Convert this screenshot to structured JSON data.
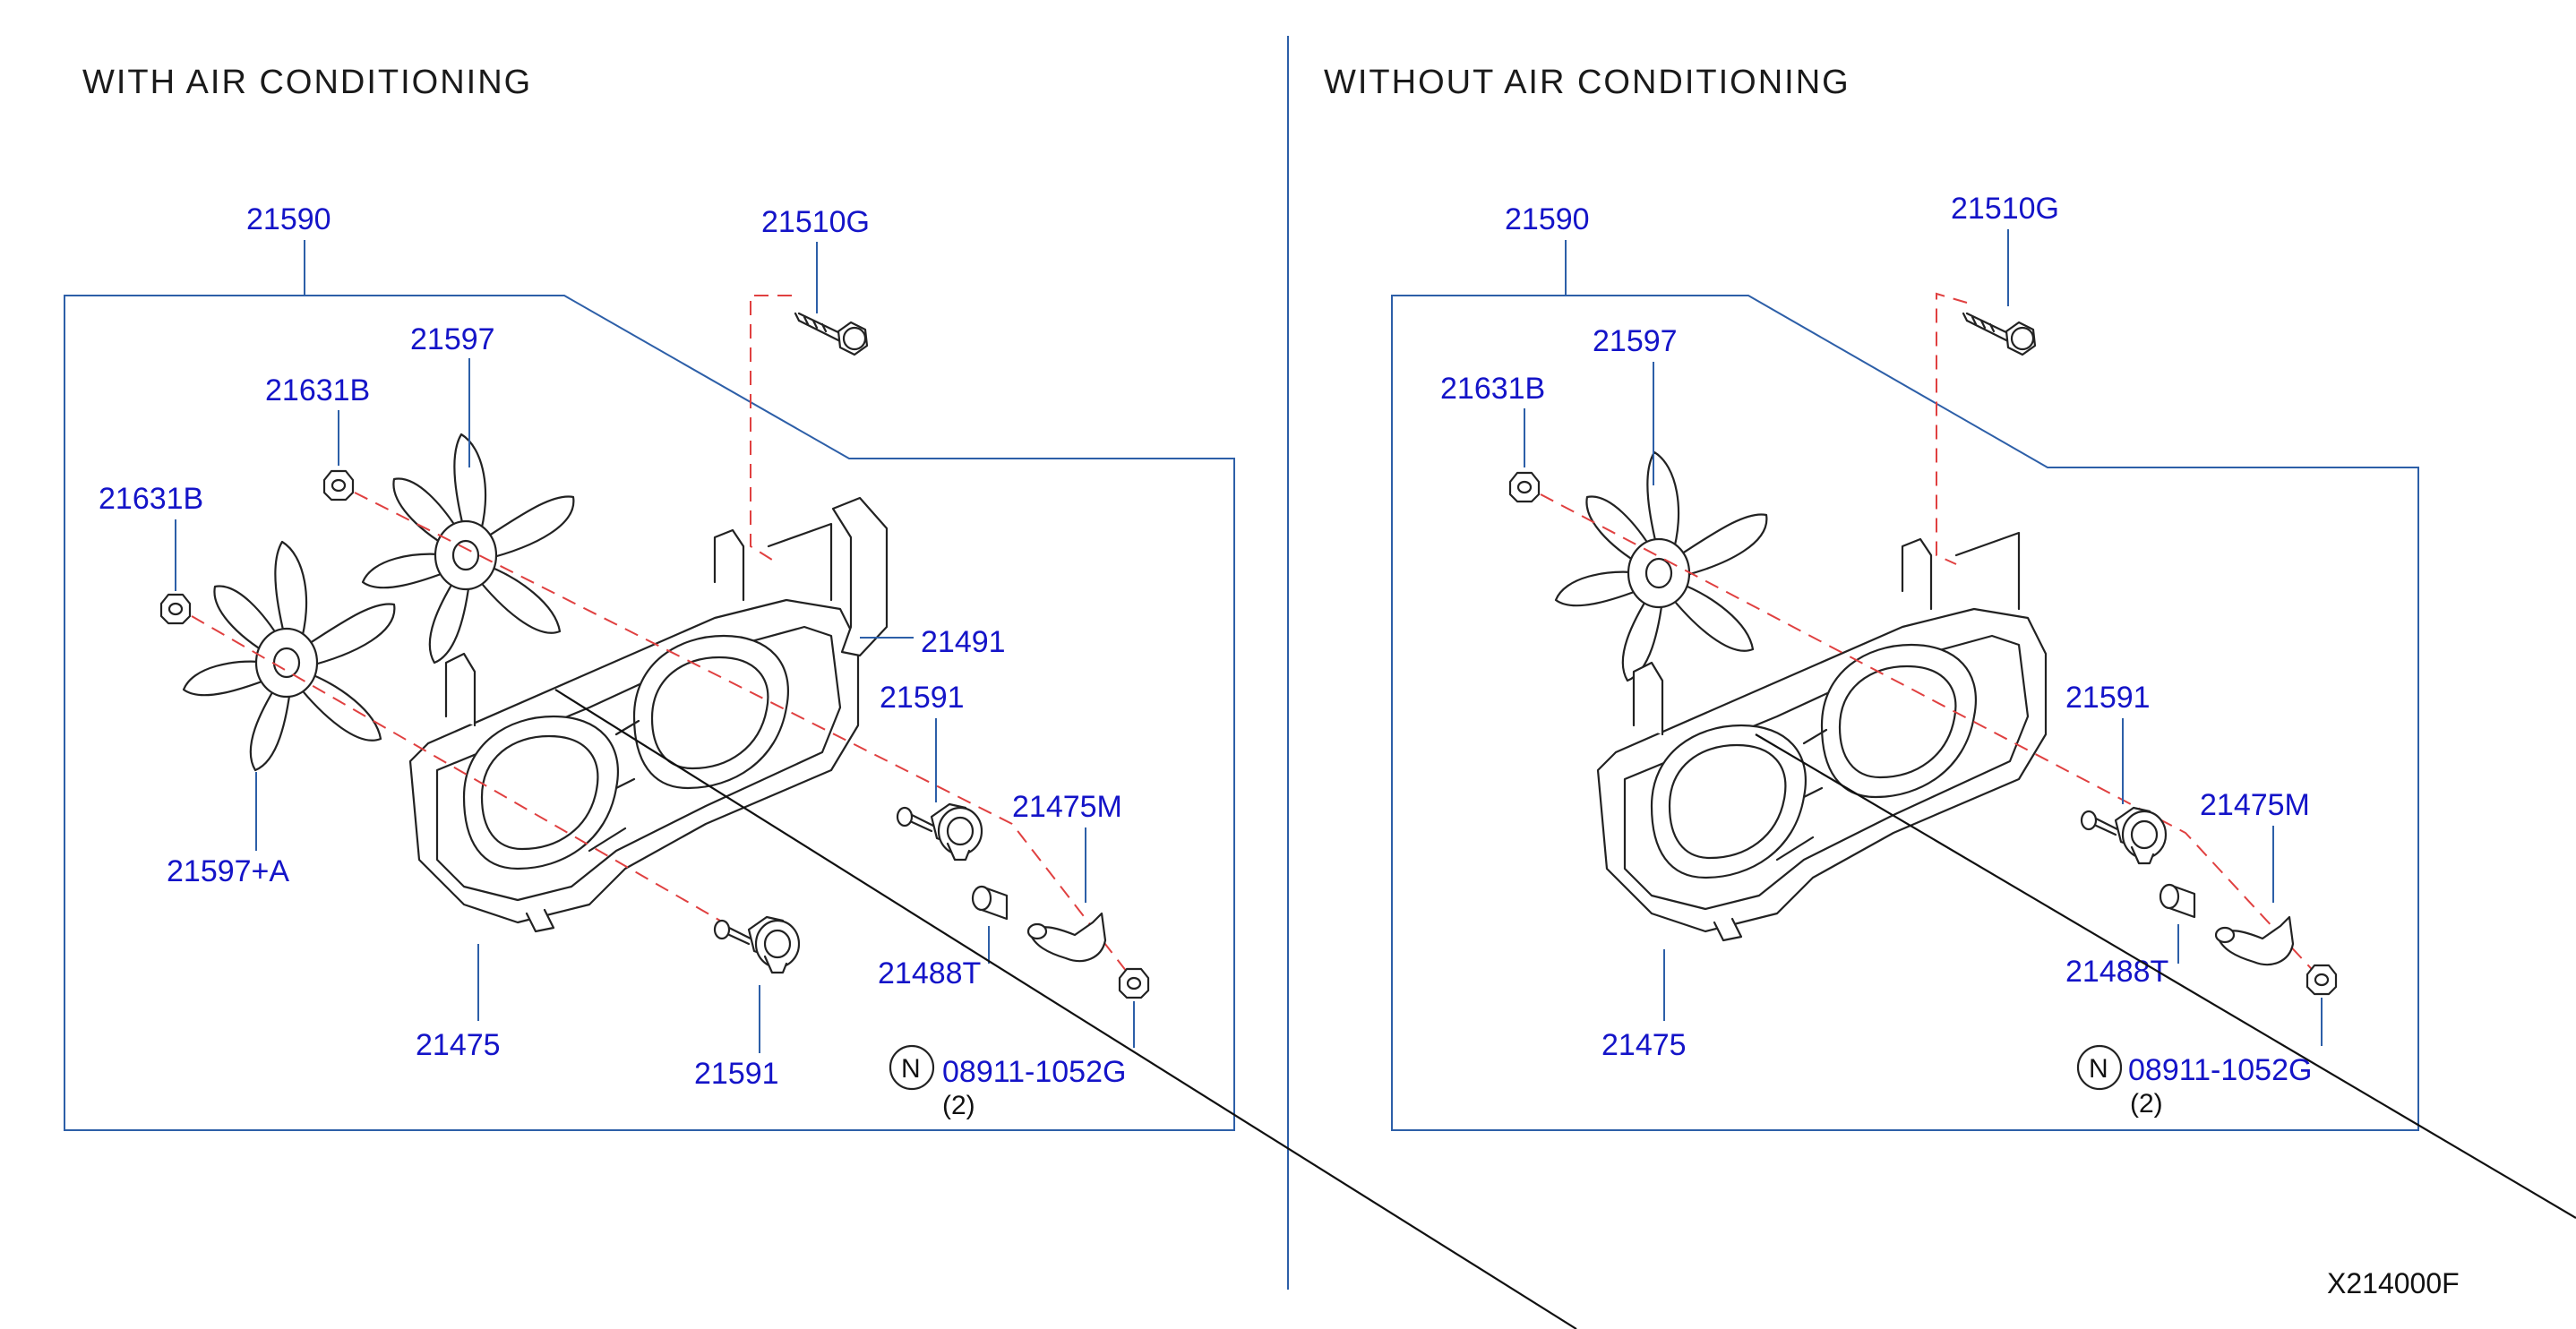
{
  "panels": {
    "left": {
      "heading": "WITH  AIR  CONDITIONING",
      "labels": {
        "shroud_assy": "21590",
        "bolt": "21510G",
        "fan_upper": "21597",
        "nut_upper": "21631B",
        "nut_left": "21631B",
        "fan_lower": "21597+A",
        "bracket": "21491",
        "motor_upper": "21591",
        "shroud_bracket": "21475M",
        "collar": "21488T",
        "shroud": "21475",
        "motor_lower": "21591",
        "nut_code": "08911-1052G",
        "nut_qty": "(2)",
        "standard_mark": "N"
      }
    },
    "right": {
      "heading": "WITHOUT  AIR  CONDITIONING",
      "labels": {
        "shroud_assy": "21590",
        "bolt": "21510G",
        "fan_upper": "21597",
        "nut_upper": "21631B",
        "motor_upper": "21591",
        "shroud_bracket": "21475M",
        "collar": "21488T",
        "shroud": "21475",
        "nut_code": "08911-1052G",
        "nut_qty": "(2)",
        "standard_mark": "N"
      }
    }
  },
  "illustration_code": "X214000F"
}
